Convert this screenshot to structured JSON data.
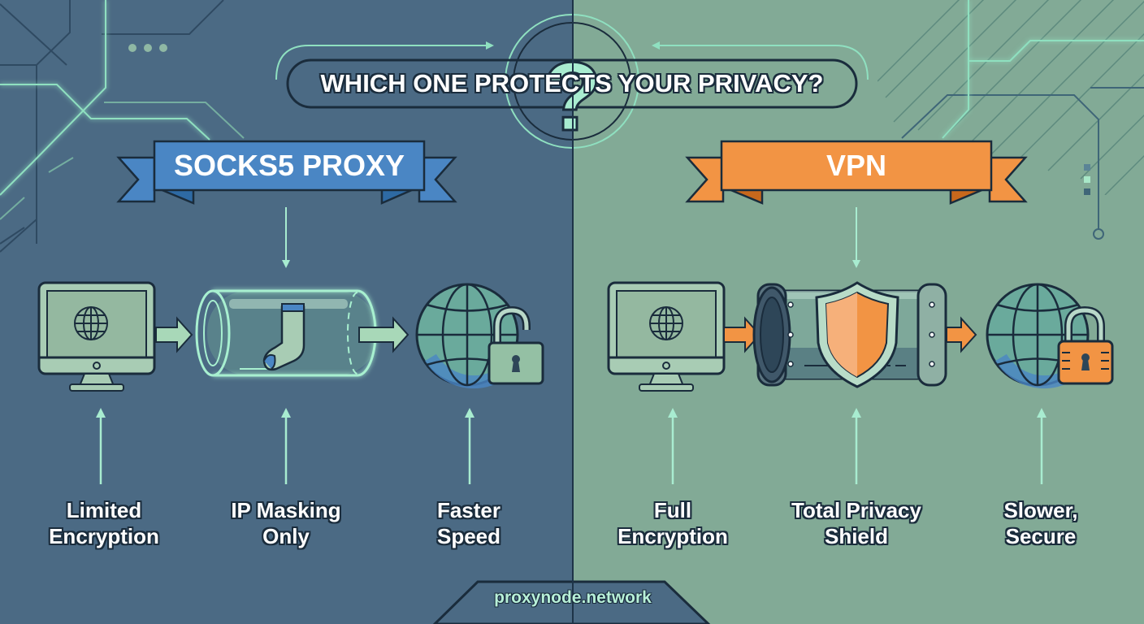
{
  "title": "WHICH ONE PROTECTS YOUR PRIVACY?",
  "colors": {
    "left_bg": "#4b6a84",
    "right_bg": "#82aa96",
    "accent_mint": "#9ee8c8",
    "socks_banner": "#4a86c4",
    "vpn_banner": "#f29444",
    "outline": "#1a2c3c"
  },
  "left": {
    "banner": "SOCKS5 PROXY",
    "flow": [
      {
        "icon": "computer-monitor-icon"
      },
      {
        "icon": "sock-in-glass-tunnel-icon"
      },
      {
        "icon": "globe-with-open-padlock-icon"
      }
    ],
    "features": [
      {
        "line1": "Limited",
        "line2": "Encryption"
      },
      {
        "line1": "IP Masking",
        "line2": "Only"
      },
      {
        "line1": "Faster",
        "line2": "Speed"
      }
    ]
  },
  "right": {
    "banner": "VPN",
    "flow": [
      {
        "icon": "computer-monitor-icon"
      },
      {
        "icon": "armored-tunnel-with-shield-icon"
      },
      {
        "icon": "globe-with-locked-padlock-icon"
      }
    ],
    "features": [
      {
        "line1": "Full",
        "line2": "Encryption"
      },
      {
        "line1": "Total Privacy",
        "line2": "Shield"
      },
      {
        "line1": "Slower,",
        "line2": "Secure"
      }
    ]
  },
  "footer": "proxynode.network"
}
